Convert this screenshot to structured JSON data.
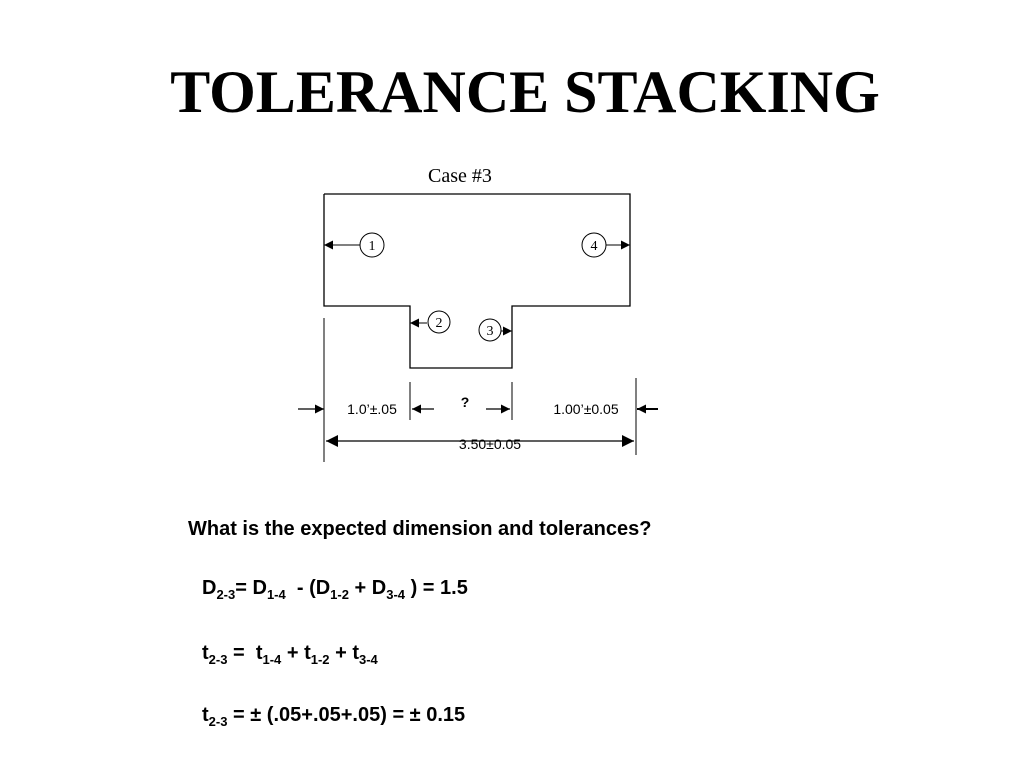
{
  "title": "TOLERANCE STACKING",
  "diagram": {
    "case_label": "Case #3",
    "surface_labels": [
      "1",
      "2",
      "3",
      "4"
    ],
    "dim_left": "1.0’±.05",
    "dim_middle": "?",
    "dim_right": "1.00’±0.05",
    "dim_overall": "3.50±0.05"
  },
  "question": "What is the expected dimension and tolerances?",
  "equations": {
    "eq1": {
      "p1": "D",
      "s1": "2-3",
      "p2": "= D",
      "s2": "1-4",
      "p3": "  - (D",
      "s3": "1-2",
      "p4": " + D",
      "s4": "3-4",
      "p5": " ) = 1.5"
    },
    "eq2": {
      "p1": "t",
      "s1": "2-3",
      "p2": " =  t",
      "s2": "1-4",
      "p3": " + t",
      "s3": "1-2",
      "p4": " + t",
      "s4": "3-4"
    },
    "eq3": {
      "p1": "t",
      "s1": "2-3",
      "p2": " = ± (.05+.05+.05) = ± 0.15"
    }
  }
}
